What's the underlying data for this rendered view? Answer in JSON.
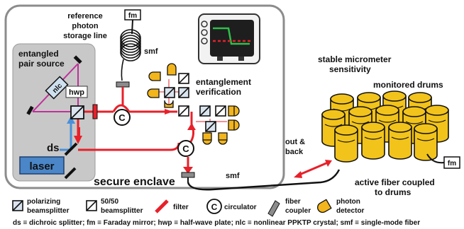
{
  "labels": {
    "reference": [
      "reference",
      "photon",
      "storage line"
    ],
    "fm_top": "fm",
    "smf_top": "smf",
    "entangled": [
      "entangled",
      "pair source"
    ],
    "nlc": "nlc",
    "hwp": "hwp",
    "ds": "ds",
    "laser": "laser",
    "secure_enclave": "secure enclave",
    "entanglement": [
      "entanglement",
      "verification"
    ],
    "c1": "C",
    "c2": "C",
    "stable": [
      "stable micrometer",
      "sensitivity"
    ],
    "monitored": "monitored drums",
    "out_back": [
      "out &",
      "back"
    ],
    "smf_bottom": "smf",
    "active": [
      "active fiber coupled",
      "to drums"
    ],
    "fm_right": "fm"
  },
  "legend": {
    "pbs": [
      "polarizing",
      "beamsplitter"
    ],
    "bs": [
      "50/50",
      "beamsplitter"
    ],
    "filter": "filter",
    "circulator_symbol": "C",
    "circulator": "circulator",
    "coupler": [
      "fiber",
      "coupler"
    ],
    "detector": [
      "photon",
      "detector"
    ]
  },
  "footnote": "ds ≡ dichroic splitter; fm ≡ Faraday mirror; hwp ≡ half-wave plate; nlc ≡ nonlinear PPKTP crystal; smf ≡ single-mode fiber",
  "colors": {
    "enclave_fill": "#e6e6e6",
    "source_fill": "#c8c8c8",
    "red_path": "#e8202a",
    "blue_path": "#4a90d9",
    "magenta": "#c0309a",
    "drum_fill": "#f2c31b",
    "detector_fill": "#f2b51b",
    "laser_fill": "#4a86c8",
    "screen_bg": "#1e1e1e",
    "trace_green": "#2fbf4a",
    "trace_red": "#e8202a"
  },
  "icons": [
    "pbs-icon",
    "bs-icon",
    "filter-icon",
    "circulator-icon",
    "fiber-coupler-icon",
    "photon-detector-icon",
    "oscilloscope-icon",
    "fiber-spool-icon",
    "drum-icon"
  ]
}
